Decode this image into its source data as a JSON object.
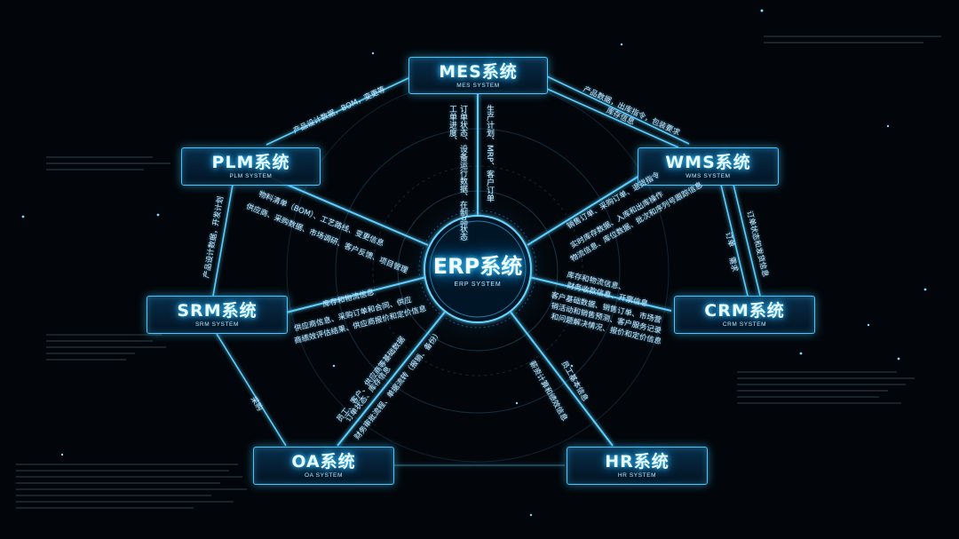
{
  "center": {
    "title": "ERP系统",
    "subtitle": "ERP SYSTEM"
  },
  "nodes": {
    "mes": {
      "title": "MES系统",
      "subtitle": "MES SYSTEM"
    },
    "plm": {
      "title": "PLM系统",
      "subtitle": "PLM SYSTEM"
    },
    "wms": {
      "title": "WMS系统",
      "subtitle": "WMS SYSTEM"
    },
    "srm": {
      "title": "SRM系统",
      "subtitle": "SRM SYSTEM"
    },
    "crm": {
      "title": "CRM系统",
      "subtitle": "CRM SYSTEM"
    },
    "oa": {
      "title": "OA系统",
      "subtitle": "OA SYSTEM"
    },
    "hr": {
      "title": "HR系统",
      "subtitle": "HR SYSTEM"
    }
  },
  "edges": {
    "plm_mes": "产品设计数据，BOM，变更等",
    "mes_wms_1": "产品数据，出库指令，包装要求",
    "mes_wms_2": "库存信息",
    "wms_crm_1": "订单状态和发货信息",
    "wms_crm_2": "订单",
    "wms_crm_3": "需求",
    "plm_srm": "产品设计数据，开发计划",
    "srm_oa": "采购",
    "mes_erp_1": "订单状态、设备运行数据、在制品状态",
    "mes_erp_2": "工单进度、",
    "mes_erp_3": "生产计划、MRP、客户订单",
    "plm_erp_1": "物料清单（BOM）、工艺路线、变更信息",
    "plm_erp_2": "供应商、采购数据、市场调研、客户反馈、项目管理",
    "wms_erp_1": "销售订单、采购订单、退货指令",
    "wms_erp_2": "实时库存数据、入库和出库操作",
    "wms_erp_3": "物流信息、库位数据、批次和序列号跟踪信息",
    "srm_erp_1": "库存和物流信息",
    "srm_erp_2": "供应商信息、采购订单和合同、供应",
    "srm_erp_3": "商绩效评估结果、供应商报价和定价信息",
    "crm_erp_1": "库存和物流信息、",
    "crm_erp_2": "财务收款信息、开票信息",
    "crm_erp_3": "客户基础数据、销售订单、市场营",
    "crm_erp_4": "销活动和销售预测、客户服务记录",
    "crm_erp_5": "和问题解决情况、报价和定价信息",
    "oa_erp_1": "员工、客户、供应商等基础数据",
    "oa_erp_2": "订单状态、库存信息",
    "oa_erp_3": "财务审批流程、单据流转（报销、备份）",
    "hr_erp_1": "员工基本信息",
    "hr_erp_2": "薪资计算和绩效信息"
  },
  "colors": {
    "accent": "#47c6ff",
    "glow": "#1aa6ff",
    "background": "#02060a"
  }
}
